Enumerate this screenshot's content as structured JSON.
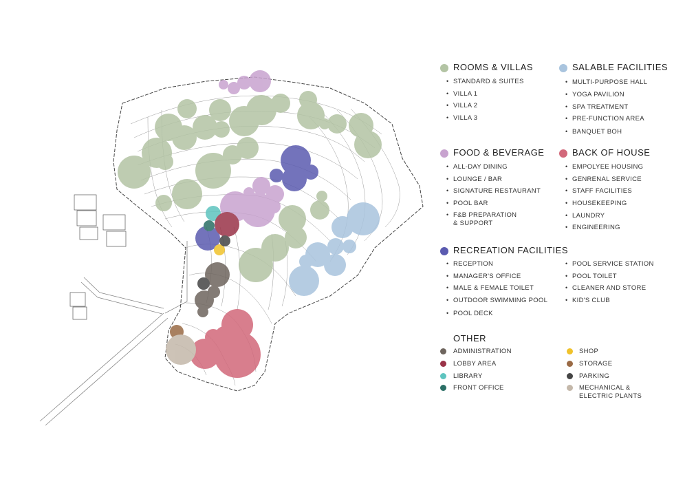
{
  "colors": {
    "rooms": "#b3c4a4",
    "salable": "#a9c4de",
    "food": "#c8a3cf",
    "back": "#d2687a",
    "recreation": "#5b5bb0",
    "administration": "#6e655e",
    "lobby": "#9a3348",
    "library": "#5ec4bf",
    "front_office": "#2b6f66",
    "shop": "#f0c22b",
    "storage": "#9a6a45",
    "parking": "#454545",
    "mechanical": "#c4b8aa"
  },
  "legend": {
    "rooms": {
      "title": "ROOMS  &  VILLAS",
      "items": [
        "STANDARD & SUITES",
        "VILLA 1",
        "VILLA 2",
        "VILLA 3"
      ]
    },
    "salable": {
      "title": "SALABLE FACILITIES",
      "items": [
        "MULTI-PURPOSE HALL",
        "YOGA PAVILION",
        "SPA TREATMENT",
        "PRE-FUNCTION AREA",
        "BANQUET  BOH"
      ]
    },
    "food": {
      "title": "FOOD  &  BEVERAGE",
      "items": [
        "ALL-DAY DINING",
        "LOUNGE / BAR",
        "SIGNATURE RESTAURANT",
        "POOL BAR",
        "F&B PREPARATION",
        "& SUPPORT"
      ]
    },
    "back": {
      "title": "BACK OF HOUSE",
      "items": [
        "EMPOLYEE HOUSING",
        "GENRENAL SERVICE",
        "STAFF FACILITIES",
        "HOUSEKEEPING",
        "LAUNDRY",
        "ENGINEERING"
      ]
    },
    "recreation": {
      "title": "RECREATION  FACILITIES",
      "items_left": [
        "RECEPTION",
        "MANAGER'S OFFICE",
        "MALE & FEMALE TOILET",
        "OUTDOOR SWIMMING POOL",
        "POOL DECK"
      ],
      "items_right": [
        "POOL SERVICE STATION",
        "POOL TOILET",
        "CLEANER AND STORE",
        "KID'S CLUB"
      ]
    },
    "other": {
      "title": "OTHER",
      "left": [
        "ADMINISTRATION",
        "LOBBY AREA",
        "LIBRARY",
        "FRONT OFFICE"
      ],
      "right": [
        "SHOP",
        "STORAGE",
        "PARKING",
        "MECHANICAL &",
        "ELECTRIC PLANTS"
      ]
    }
  }
}
